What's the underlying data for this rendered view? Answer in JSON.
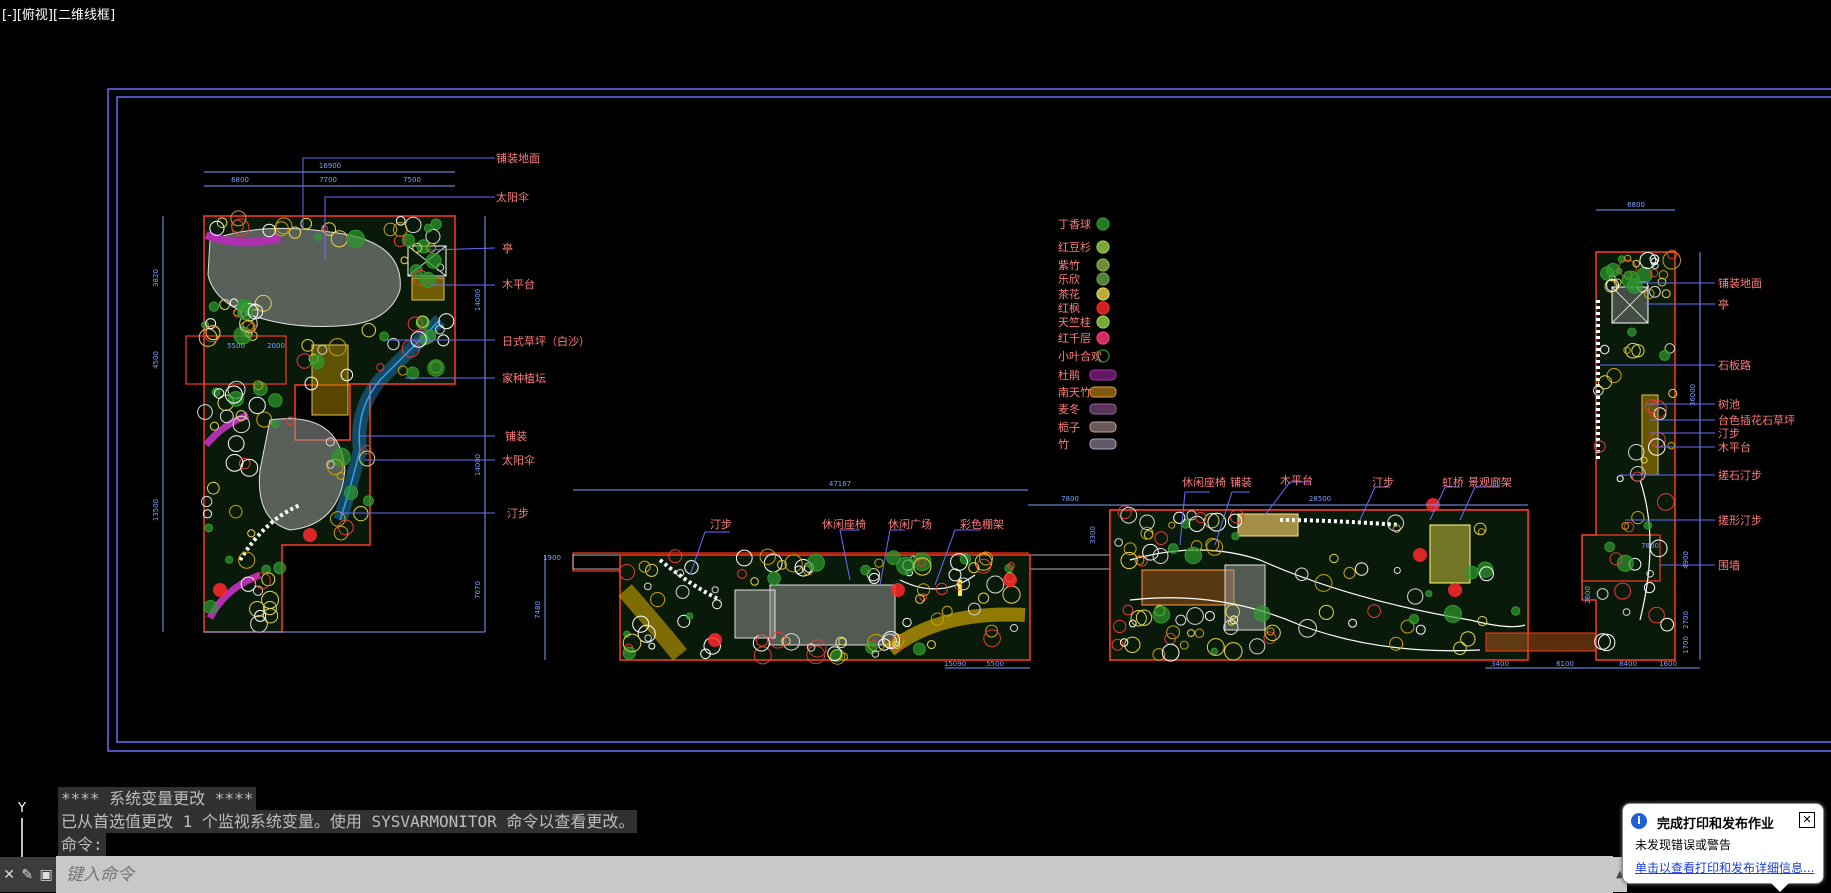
{
  "viewport": {
    "label": "[-][俯视][二维线框]"
  },
  "drawing": {
    "colors": {
      "frame": "#6b6bff",
      "outline": "#ff3b1f",
      "label": "#ff7a7a",
      "dim": "#7aa0ff",
      "grass": "#2e7d2e",
      "plant": "#e6d64a",
      "paving": "#bfbfbf",
      "water": "#2aa3ff",
      "violet": "#b02fb0"
    },
    "left_plan": {
      "dims": {
        "top_total": "16900",
        "top_a": "6800",
        "top_b": "7700",
        "top_c": "7500",
        "left_a": "3820",
        "left_b": "4500",
        "left_c": "13500",
        "right_a": "14000",
        "right_b": "14000",
        "right_c": "7670",
        "mid_a": "5500",
        "mid_b": "2000"
      },
      "labels": [
        "铺装地面",
        "太阳伞",
        "亭",
        "木平台",
        "日式草坪（白沙）",
        "家种植坛",
        "铺装",
        "太阳伞",
        "汀步"
      ]
    },
    "legend": {
      "items": [
        {
          "name": "丁香球",
          "icon": "round-shrub-icon"
        },
        {
          "name": "红豆杉",
          "icon": "star-shrub-icon"
        },
        {
          "name": "紫竹",
          "icon": "leafy-shrub-icon"
        },
        {
          "name": "乐欣",
          "icon": "leafy-shrub-icon"
        },
        {
          "name": "茶花",
          "icon": "flower-shrub-icon"
        },
        {
          "name": "红枫",
          "icon": "red-maple-icon"
        },
        {
          "name": "天竺桂",
          "icon": "star-shrub-icon"
        },
        {
          "name": "红千层",
          "icon": "red-flower-icon"
        },
        {
          "name": "小叶合欢",
          "icon": "ring-shrub-icon"
        },
        {
          "name": "杜鹃",
          "icon": "violet-hatch-icon"
        },
        {
          "name": "南天竹",
          "icon": "orange-hatch-icon"
        },
        {
          "name": "麦冬",
          "icon": "dotted-hatch-icon"
        },
        {
          "name": "栀子",
          "icon": "striped-hatch-icon"
        },
        {
          "name": "竹",
          "icon": "dotted-hatch-icon"
        }
      ]
    },
    "middle_plan": {
      "dims": {
        "total": "47167",
        "b": "7800",
        "c": "28500",
        "d": "3300",
        "e": "7480",
        "f": "15090",
        "g": "5500",
        "h": "1900"
      },
      "labels": [
        "汀步",
        "休闲座椅",
        "休闲广场",
        "彩色棚架",
        "休闲座椅",
        "铺装",
        "木平台",
        "汀步",
        "虹桥",
        "景观廊架"
      ]
    },
    "right_plan": {
      "dims": {
        "top": "6800",
        "a": "36000",
        "b": "7800",
        "c": "2600",
        "d": "6100",
        "e": "8400",
        "f": "1600",
        "g": "3400",
        "h": "4900",
        "i": "2700",
        "j": "1700"
      },
      "labels": [
        "铺装地面",
        "亭",
        "石板路",
        "树池",
        "台色插花石草坪",
        "汀步",
        "木平台",
        "搓石汀步",
        "搓形汀步",
        "围墙"
      ]
    }
  },
  "command_history": [
    "**** 系统变量更改 ****",
    "已从首选值更改 1 个监视系统变量。使用 SYSVARMONITOR 命令以查看更改。",
    "命令:"
  ],
  "command_line": {
    "placeholder": "键入命令"
  },
  "ucs": {
    "y_label": "Y"
  },
  "notification": {
    "title": "完成打印和发布作业",
    "message": "未发现错误或警告",
    "link": "单击以查看打印和发布详细信息..."
  }
}
